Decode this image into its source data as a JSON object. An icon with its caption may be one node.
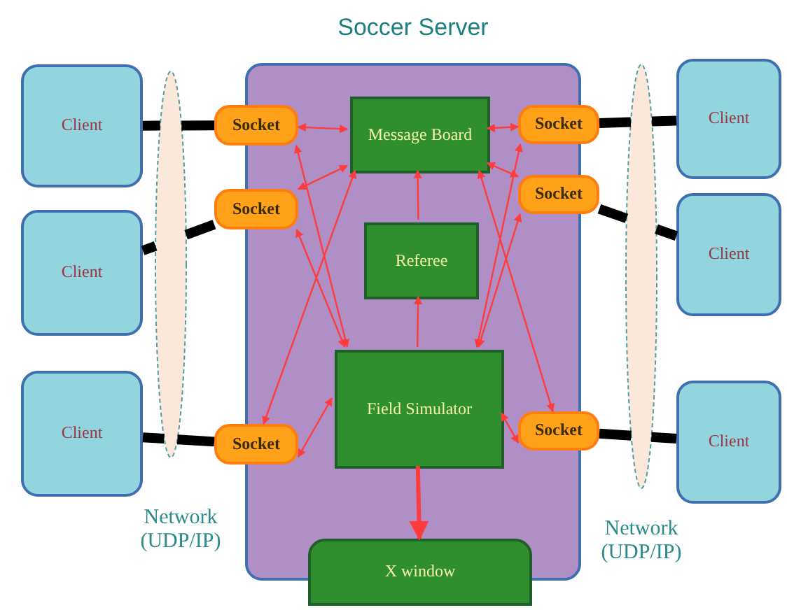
{
  "diagram": {
    "nodes": [
      {
        "text": [
          "Soccer Server"
        ]
      },
      {
        "text": [
          "Message Board"
        ],
        "in": 0
      },
      {
        "text": [
          "Referee"
        ],
        "in": 0
      },
      {
        "text": [
          "Field Simulator"
        ],
        "in": 0
      },
      {
        "text": [
          "X window"
        ]
      },
      {
        "text": [
          "Socket"
        ]
      },
      {
        "text": [
          "Socket"
        ]
      },
      {
        "text": [
          "Socket"
        ]
      },
      {
        "text": [
          "Socket"
        ]
      },
      {
        "text": [
          "Socket"
        ]
      },
      {
        "text": [
          "Socket"
        ]
      },
      {
        "text": [
          "Client"
        ]
      },
      {
        "text": [
          "Client"
        ]
      },
      {
        "text": [
          "Client"
        ]
      },
      {
        "text": [
          "Client"
        ]
      },
      {
        "text": [
          "Client"
        ]
      },
      {
        "text": [
          "Client"
        ]
      },
      {
        "text": [],
        "shape": "ellipse"
      },
      {
        "text": [],
        "shape": "ellipse"
      }
    ],
    "labels": [
      "Network (UDP/IP)",
      "Network (UDP/IP)"
    ],
    "edges": [
      {
        "from": 11,
        "to": 17,
        "arrow": "none",
        "style": "thick",
        "color": "#000000"
      },
      {
        "from": 17,
        "to": 5,
        "arrow": "none",
        "style": "thick",
        "color": "#000000"
      },
      {
        "from": 12,
        "to": 17,
        "arrow": "none",
        "style": "thick",
        "color": "#000000"
      },
      {
        "from": 17,
        "to": 6,
        "arrow": "none",
        "style": "thick",
        "color": "#000000"
      },
      {
        "from": 13,
        "to": 17,
        "arrow": "none",
        "style": "thick",
        "color": "#000000"
      },
      {
        "from": 17,
        "to": 7,
        "arrow": "none",
        "style": "thick",
        "color": "#000000"
      },
      {
        "from": 8,
        "to": 18,
        "arrow": "none",
        "style": "thick",
        "color": "#000000"
      },
      {
        "from": 18,
        "to": 14,
        "arrow": "none",
        "style": "thick",
        "color": "#000000"
      },
      {
        "from": 9,
        "to": 18,
        "arrow": "none",
        "style": "thick",
        "color": "#000000"
      },
      {
        "from": 18,
        "to": 15,
        "arrow": "none",
        "style": "thick",
        "color": "#000000"
      },
      {
        "from": 10,
        "to": 18,
        "arrow": "none",
        "style": "thick",
        "color": "#000000"
      },
      {
        "from": 18,
        "to": 16,
        "arrow": "none",
        "style": "thick",
        "color": "#000000"
      },
      {
        "from": 5,
        "to": 1,
        "arrow": "both"
      },
      {
        "from": 6,
        "to": 1,
        "arrow": "both"
      },
      {
        "from": 7,
        "to": 1,
        "arrow": "both"
      },
      {
        "from": 8,
        "to": 1,
        "arrow": "both"
      },
      {
        "from": 9,
        "to": 1,
        "arrow": "both"
      },
      {
        "from": 10,
        "to": 1,
        "arrow": "both"
      },
      {
        "from": 5,
        "to": 3,
        "arrow": "both"
      },
      {
        "from": 6,
        "to": 3,
        "arrow": "both"
      },
      {
        "from": 7,
        "to": 3,
        "arrow": "both"
      },
      {
        "from": 8,
        "to": 3,
        "arrow": "both"
      },
      {
        "from": 9,
        "to": 3,
        "arrow": "both"
      },
      {
        "from": 10,
        "to": 3,
        "arrow": "both"
      },
      {
        "from": 2,
        "to": 1,
        "arrow": "to"
      },
      {
        "from": 3,
        "to": 2,
        "arrow": "to"
      },
      {
        "from": 3,
        "to": 4,
        "arrow": "to",
        "style": "thick"
      }
    ]
  }
}
